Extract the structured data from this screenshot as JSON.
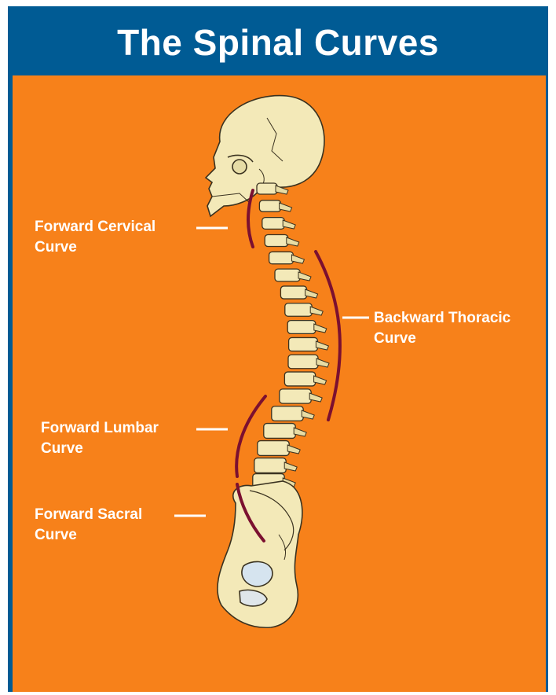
{
  "title": "The Spinal Curves",
  "colors": {
    "frame": "#005b94",
    "panel": "#f7811a",
    "bone": "#f3e9b8",
    "curve_line": "#7b1030",
    "label": "#ffffff"
  },
  "labels": {
    "cervical": "Forward Cervical\nCurve",
    "thoracic": "Backward Thoracic\nCurve",
    "lumbar": "Forward Lumbar\nCurve",
    "sacral": "Forward Sacral\nCurve"
  }
}
